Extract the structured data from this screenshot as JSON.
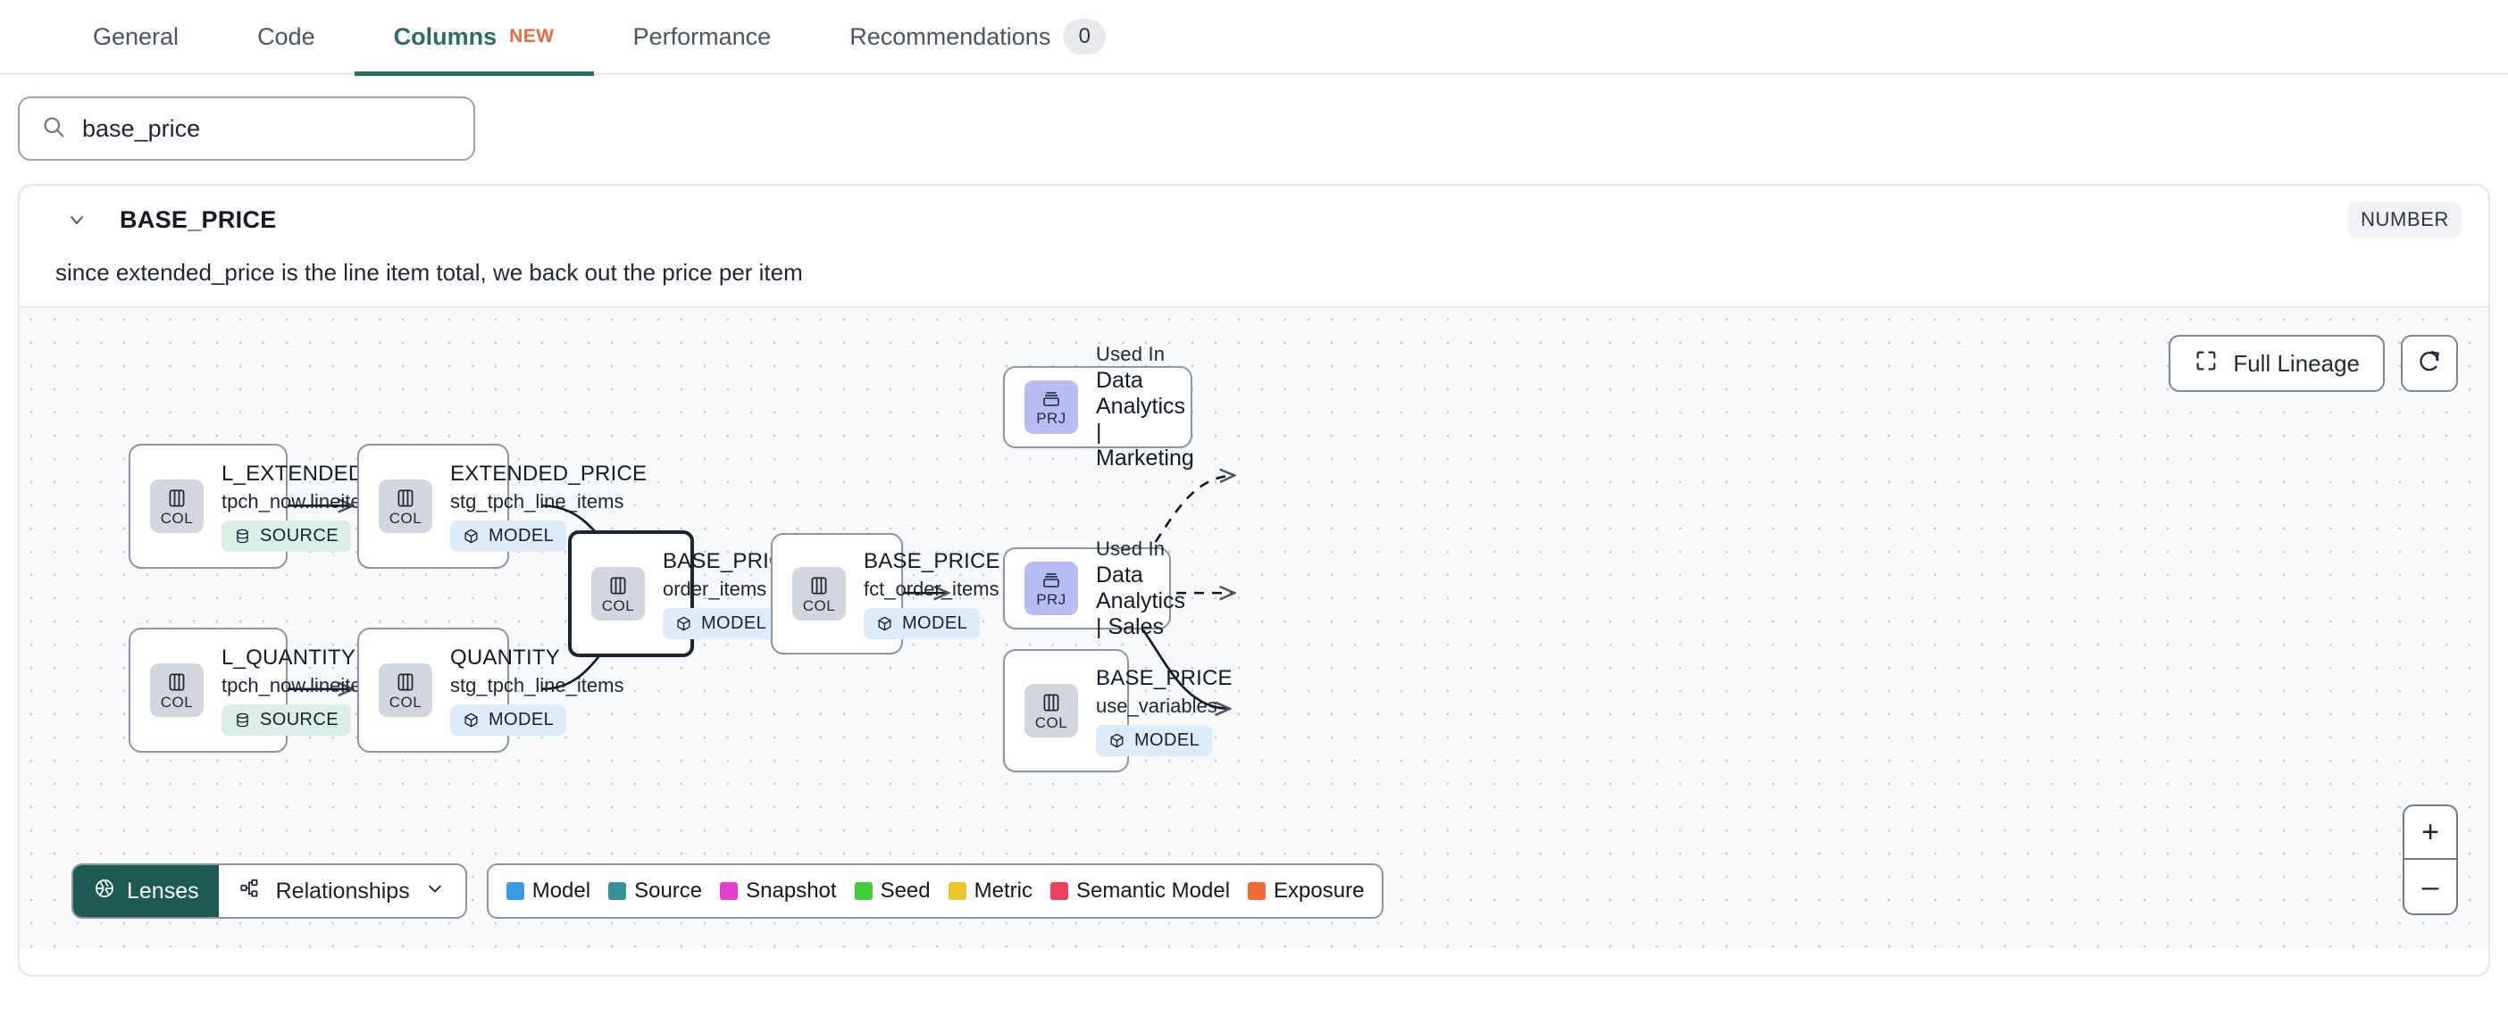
{
  "tabs": [
    {
      "label": "General",
      "active": false
    },
    {
      "label": "Code",
      "active": false
    },
    {
      "label": "Columns",
      "active": true,
      "badge_text": "NEW"
    },
    {
      "label": "Performance",
      "active": false
    },
    {
      "label": "Recommendations",
      "active": false,
      "count": "0"
    }
  ],
  "search": {
    "value": "base_price",
    "placeholder": "base_price",
    "icon": "search-icon"
  },
  "column": {
    "name": "BASE_PRICE",
    "type": "NUMBER",
    "description": "since extended_price is the line item total, we back out the price per item",
    "collapse_icon": "chevron-down-icon"
  },
  "graph": {
    "full_lineage_label": "Full Lineage",
    "full_lineage_icon": "expand-icon",
    "refresh_icon": "refresh-icon",
    "zoom_in_label": "+",
    "zoom_out_label": "–",
    "lenses_label": "Lenses",
    "lenses_icon": "aperture-icon",
    "relationships_label": "Relationships",
    "relationships_icon": "relationships-icon",
    "relationships_chevron": "chevron-down-icon",
    "nodes": [
      {
        "id": "l_extendedprice",
        "badge": "COL",
        "badge_kind": "col",
        "name": "L_EXTENDEDPRICE",
        "sub": "tpch_now.lineitem",
        "pill": "SOURCE",
        "pill_kind": "source",
        "focus": false
      },
      {
        "id": "l_quantity",
        "badge": "COL",
        "badge_kind": "col",
        "name": "L_QUANTITY",
        "sub": "tpch_now.lineitem",
        "pill": "SOURCE",
        "pill_kind": "source",
        "focus": false
      },
      {
        "id": "extended_price",
        "badge": "COL",
        "badge_kind": "col",
        "name": "EXTENDED_PRICE",
        "sub": "stg_tpch_line_items",
        "pill": "MODEL",
        "pill_kind": "model",
        "focus": false
      },
      {
        "id": "quantity",
        "badge": "COL",
        "badge_kind": "col",
        "name": "QUANTITY",
        "sub": "stg_tpch_line_items",
        "pill": "MODEL",
        "pill_kind": "model",
        "focus": false
      },
      {
        "id": "base_price_order_items",
        "badge": "COL",
        "badge_kind": "col",
        "name": "BASE_PRICE",
        "sub": "order_items",
        "pill": "MODEL",
        "pill_kind": "model",
        "focus": true
      },
      {
        "id": "base_price_fct",
        "badge": "COL",
        "badge_kind": "col",
        "name": "BASE_PRICE",
        "sub": "fct_order_items",
        "pill": "MODEL",
        "pill_kind": "model",
        "focus": false
      },
      {
        "id": "prj_marketing",
        "badge": "PRJ",
        "badge_kind": "prj",
        "name": "Used In",
        "sub": "Data Analytics | Marketing",
        "used": true
      },
      {
        "id": "prj_sales",
        "badge": "PRJ",
        "badge_kind": "prj",
        "name": "Used In",
        "sub": "Data Analytics | Sales",
        "used": true
      },
      {
        "id": "base_price_use_variables",
        "badge": "COL",
        "badge_kind": "col",
        "name": "BASE_PRICE",
        "sub": "use_variables",
        "pill": "MODEL",
        "pill_kind": "model",
        "focus": false
      }
    ],
    "legend": [
      {
        "label": "Model",
        "color": "#3b9ae1"
      },
      {
        "label": "Source",
        "color": "#35929b"
      },
      {
        "label": "Snapshot",
        "color": "#e440cf"
      },
      {
        "label": "Seed",
        "color": "#44cc3c"
      },
      {
        "label": "Metric",
        "color": "#edc32e"
      },
      {
        "label": "Semantic Model",
        "color": "#e8415c"
      },
      {
        "label": "Exposure",
        "color": "#ef6a34"
      }
    ]
  },
  "colors": {
    "accent_teal": "#2b6b68",
    "new_orange": "#ec6a42",
    "lenses_green": "#1d5b52",
    "focus_border": "#1b2336",
    "canvas_bg": "#f7f9fb"
  }
}
